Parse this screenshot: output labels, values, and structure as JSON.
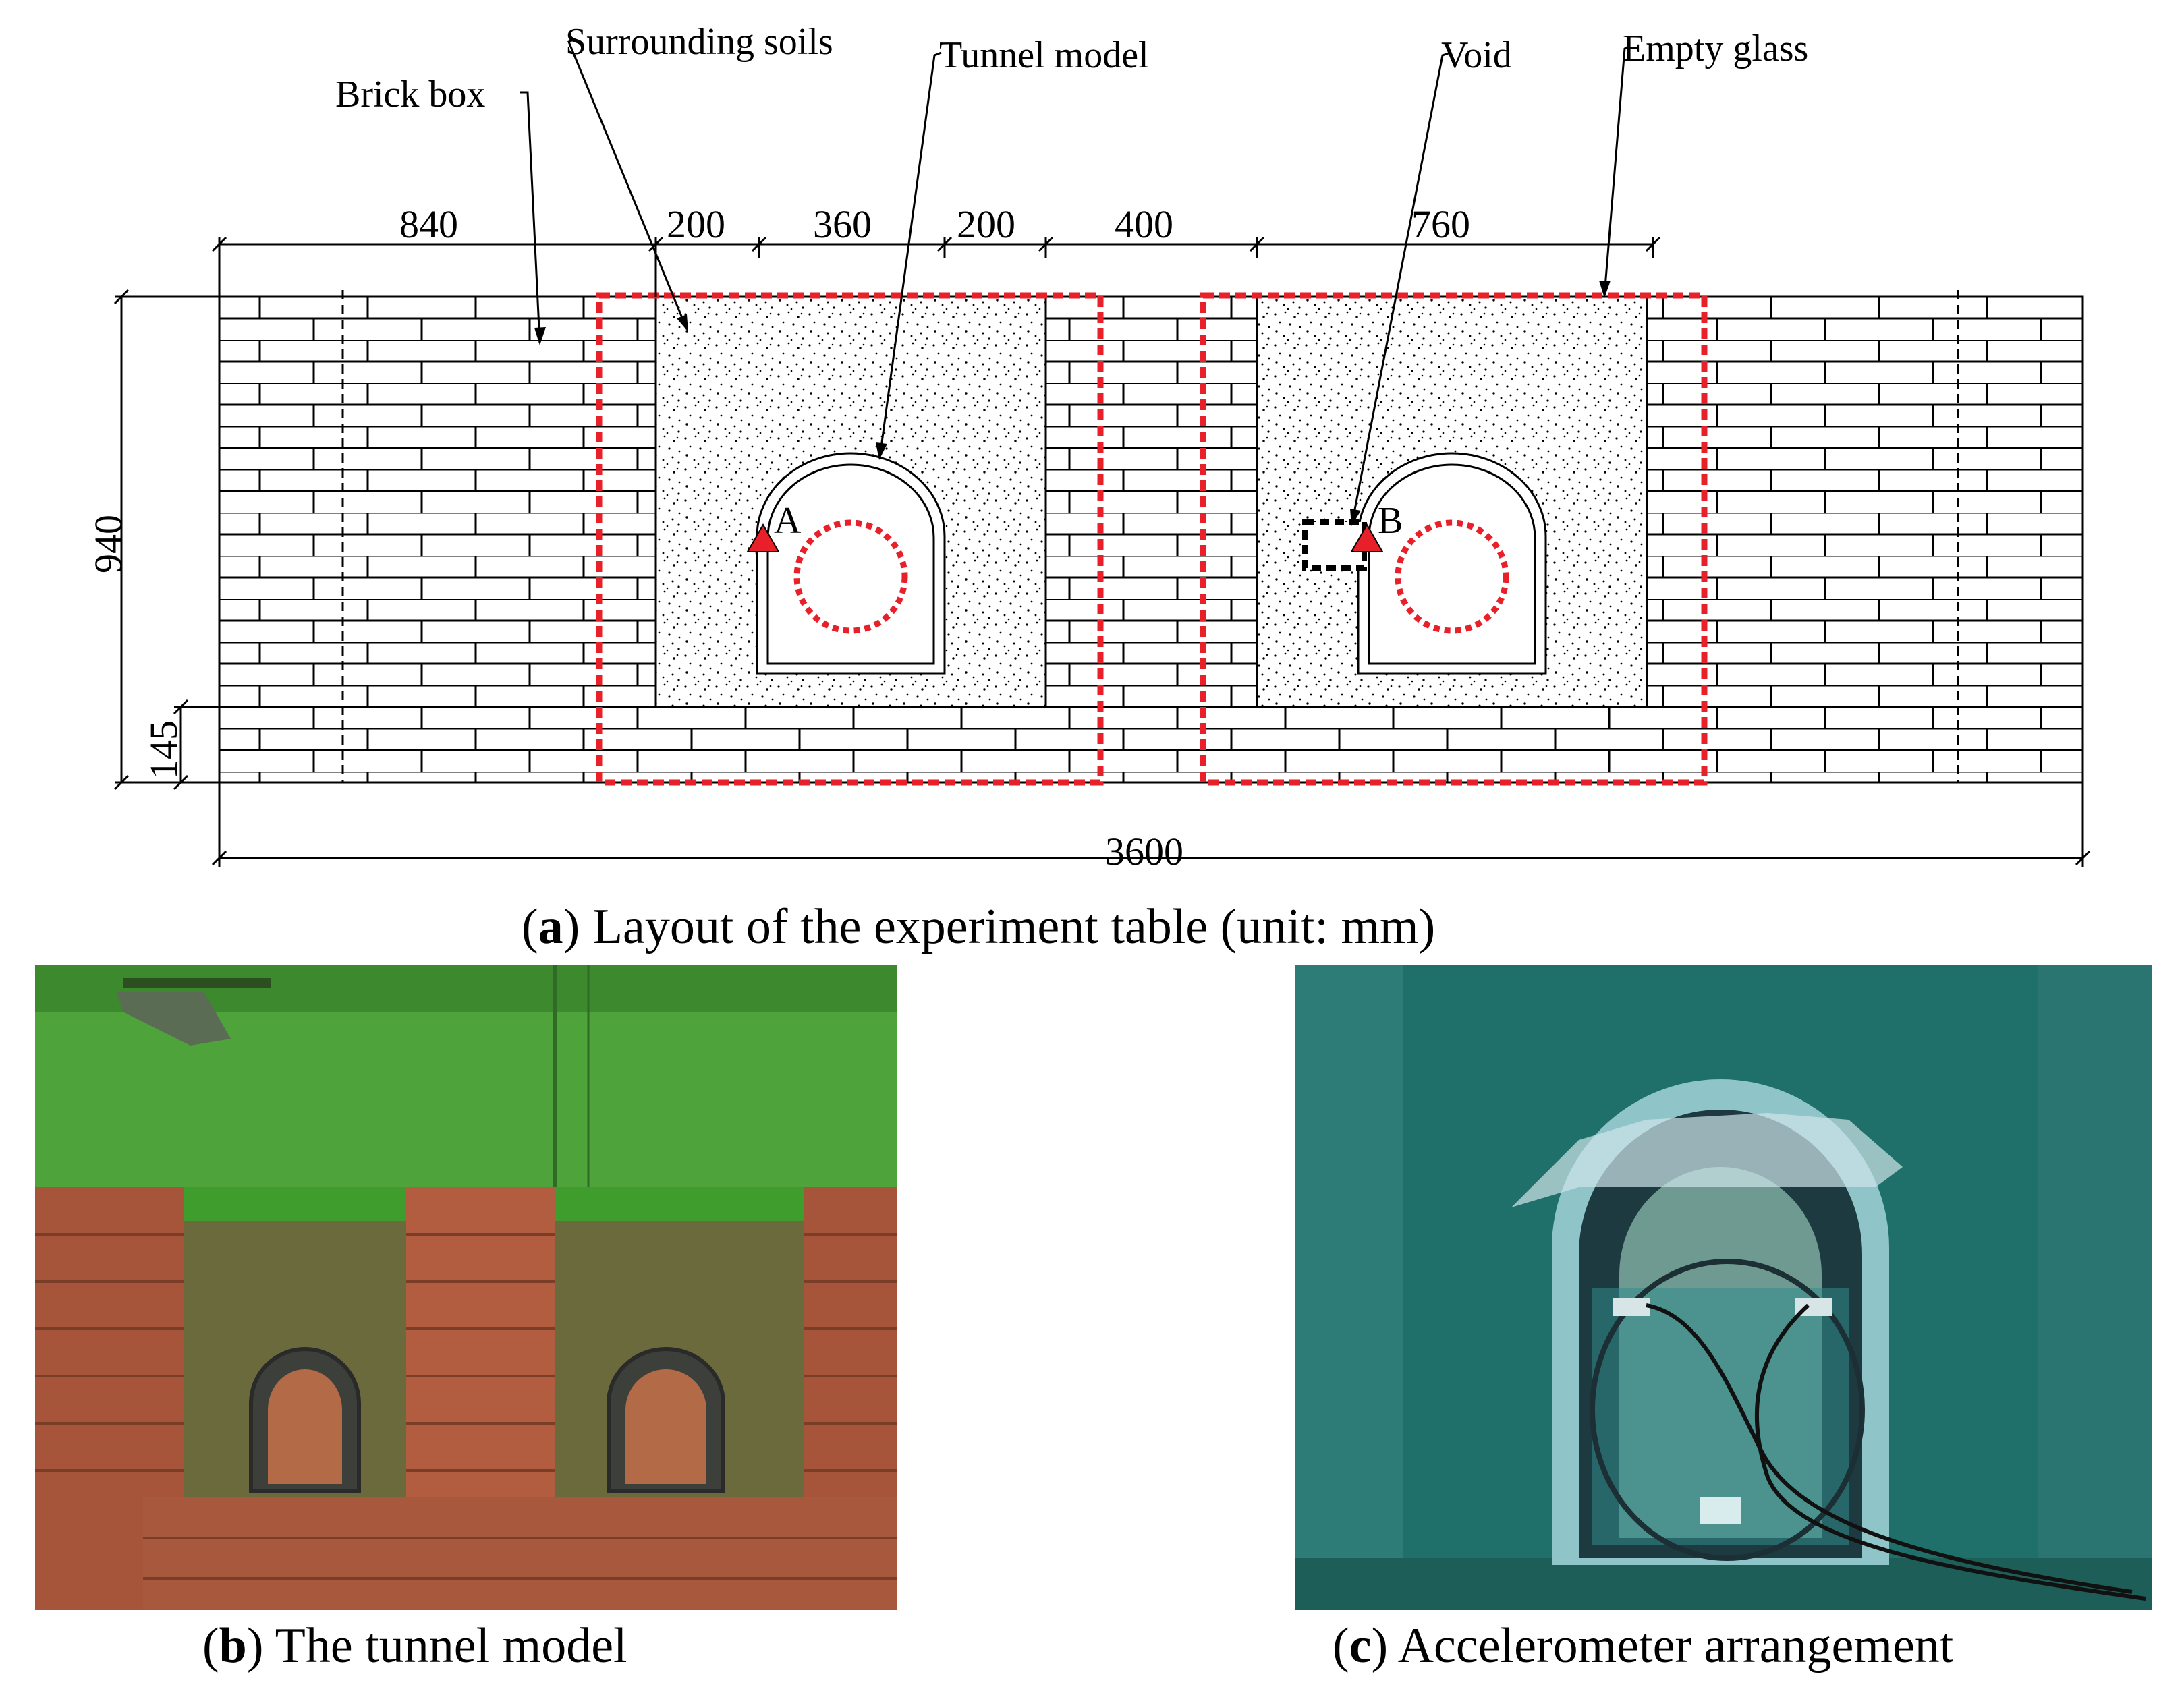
{
  "labels": {
    "brick_box": "Brick box",
    "surrounding_soils": "Surrounding soils",
    "tunnel_model": "Tunnel model",
    "void": "Void",
    "empty_glass": "Empty glass"
  },
  "dimensions": {
    "d840": "840",
    "d200_left": "200",
    "d360": "360",
    "d200_right": "200",
    "d400": "400",
    "d760": "760",
    "d940": "940",
    "d145": "145",
    "d3600": "3600"
  },
  "points": {
    "a": "A",
    "b": "B"
  },
  "captions": {
    "a_letter": "a",
    "a_text": " Layout of the experiment table (unit: mm)",
    "b_letter": "b",
    "b_text": " The tunnel model",
    "c_letter": "c",
    "c_text": " Accelerometer arrangement"
  },
  "colors": {
    "glass_outline": "#e8202a",
    "marker": "#e8202a",
    "void_outline": "#000000",
    "photo_b_tint": "#3fa63a",
    "photo_c_tint": "#2e8e8a"
  }
}
